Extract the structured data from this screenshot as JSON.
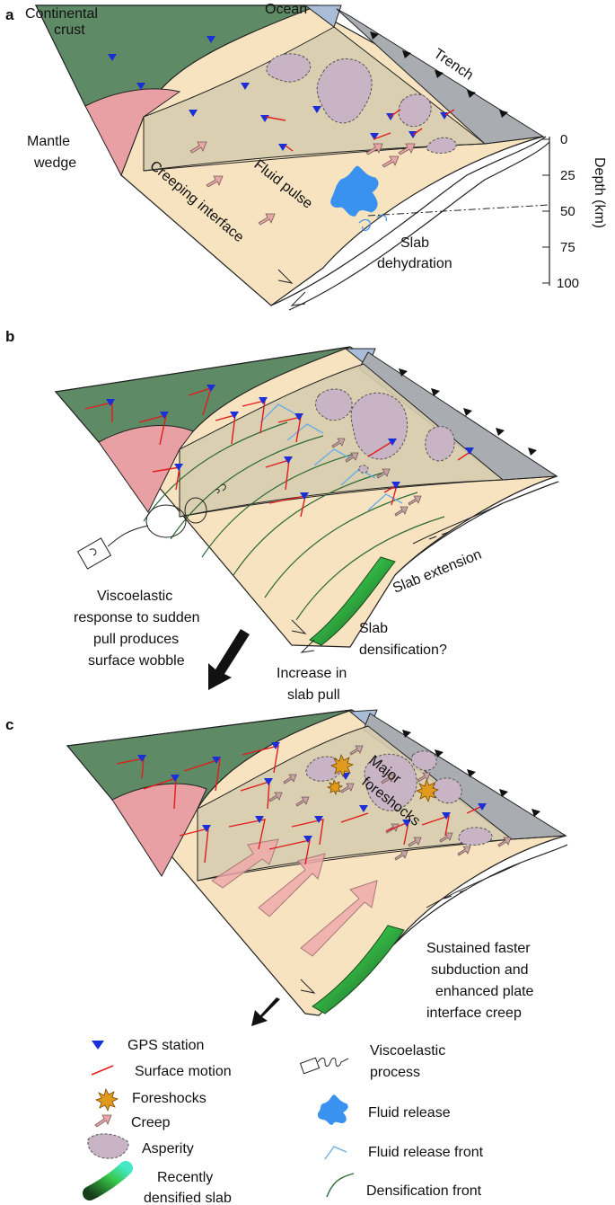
{
  "panels": {
    "a": {
      "letter": "a",
      "labels": {
        "continental_crust_1": "Continental",
        "continental_crust_2": "crust",
        "ocean": "Ocean",
        "trench": "Trench",
        "mantle_wedge_1": "Mantle",
        "mantle_wedge_2": "wedge",
        "fluid_pulse": "Fluid pulse",
        "creeping_interface": "Creeping interface",
        "slab_dehydration_1": "Slab",
        "slab_dehydration_2": "dehydration"
      },
      "depth_axis": {
        "title": "Depth (km)",
        "ticks": [
          "0",
          "25",
          "50",
          "75",
          "100"
        ]
      }
    },
    "b": {
      "letter": "b",
      "labels": {
        "viscoelastic_1": "Viscoelastic",
        "viscoelastic_2": "response to sudden",
        "viscoelastic_3": "pull produces",
        "viscoelastic_4": "surface wobble",
        "slab_extension": "Slab extension",
        "slab_densification_1": "Slab",
        "slab_densification_2": "densification?",
        "slab_pull_1": "Increase in",
        "slab_pull_2": "slab pull"
      }
    },
    "c": {
      "letter": "c",
      "labels": {
        "major_foreshocks_1": "Major",
        "major_foreshocks_2": "foreshocks",
        "sustained_1": "Sustained faster",
        "sustained_2": "subduction and",
        "sustained_3": "enhanced plate",
        "sustained_4": "interface creep"
      }
    }
  },
  "legend": {
    "gps_station": "GPS station",
    "surface_motion": "Surface motion",
    "foreshocks": "Foreshocks",
    "creep": "Creep",
    "asperity": "Asperity",
    "recently_densified_1": "Recently",
    "recently_densified_2": "densified slab",
    "viscoelastic_1": "Viscoelastic",
    "viscoelastic_2": "process",
    "fluid_release": "Fluid release",
    "fluid_release_front": "Fluid release front",
    "densification_front": "Densification front"
  },
  "colors": {
    "continental_crust": "#5e8a66",
    "ocean": "#a9bcd8",
    "trench": "#a9adb2",
    "mantle_wedge": "#e8a0a4",
    "interface": "#f7e3c0",
    "forearc_overlay": "#d6ccae",
    "asperity": "#c8b4c4",
    "gps": "#1a2fd8",
    "surface_motion": "#e21c1c",
    "creep": "#e8a7a7",
    "fluid": "#3a92f0",
    "fluid_front": "#6aaee8",
    "densification_front": "#2d6a35",
    "densified_slab_light": "#3fe6c6",
    "densified_slab_dark": "#1d4d22",
    "foreshock": "#e09a1e"
  }
}
